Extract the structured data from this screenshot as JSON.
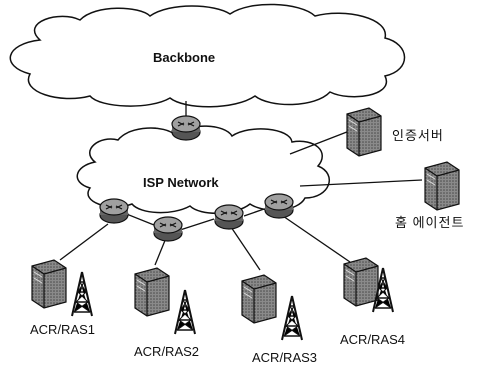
{
  "clouds": {
    "backbone": "Backbone",
    "isp": "ISP Network"
  },
  "servers": {
    "auth": "인증서버",
    "home_agent": "홈 에이전트"
  },
  "access": [
    {
      "label": "ACR/RAS1"
    },
    {
      "label": "ACR/RAS2"
    },
    {
      "label": "ACR/RAS3"
    },
    {
      "label": "ACR/RAS4"
    }
  ],
  "colors": {
    "stroke": "#111111",
    "router_fill": "#9a9a9a",
    "server_fill": "#6a6a6a"
  }
}
